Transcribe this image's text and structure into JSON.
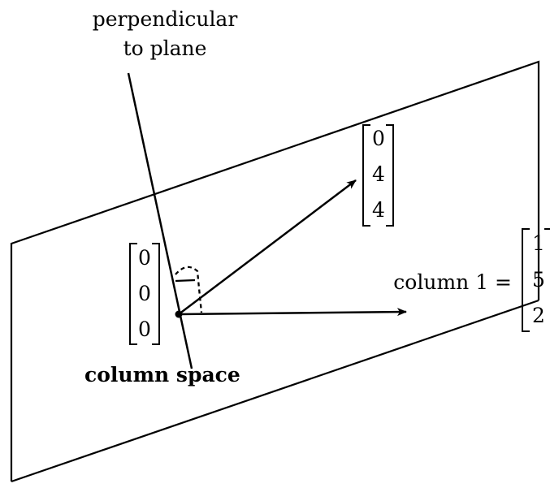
{
  "labels": {
    "perpendicular_line1": "perpendicular",
    "perpendicular_line2": "to plane",
    "column_space": "column space",
    "column1_prefix": "column 1 ="
  },
  "vectors": {
    "origin": [
      "0",
      "0",
      "0"
    ],
    "v044": [
      "0",
      "4",
      "4"
    ],
    "column1": [
      "1",
      "5",
      "2"
    ]
  }
}
